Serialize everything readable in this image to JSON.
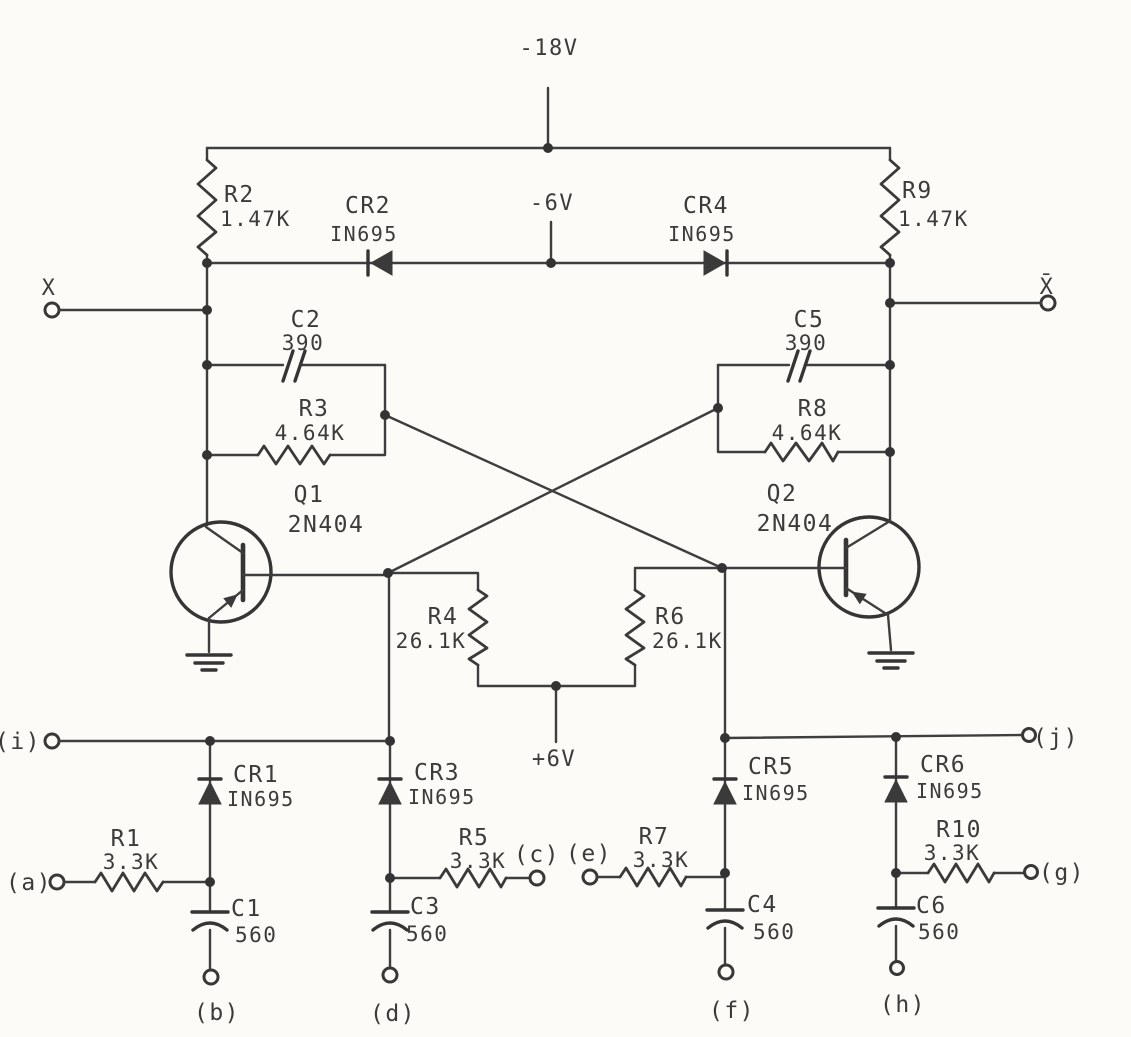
{
  "colors": {
    "ink": "#3b3b3b",
    "paper": "#fcfbf8"
  },
  "power": {
    "v_neg18": "-18V",
    "v_neg6": "-6V",
    "v_pos6": "+6V"
  },
  "outputs": {
    "x": "X",
    "x_bar": "X̄"
  },
  "transistors": {
    "q1": {
      "ref": "Q1",
      "part": "2N404"
    },
    "q2": {
      "ref": "Q2",
      "part": "2N404"
    }
  },
  "resistors": {
    "r1": {
      "ref": "R1",
      "value": "3.3K"
    },
    "r2": {
      "ref": "R2",
      "value": "1.47K"
    },
    "r3": {
      "ref": "R3",
      "value": "4.64K"
    },
    "r4": {
      "ref": "R4",
      "value": "26.1K"
    },
    "r5": {
      "ref": "R5",
      "value": "3.3K"
    },
    "r6": {
      "ref": "R6",
      "value": "26.1K"
    },
    "r7": {
      "ref": "R7",
      "value": "3.3K"
    },
    "r8": {
      "ref": "R8",
      "value": "4.64K"
    },
    "r9": {
      "ref": "R9",
      "value": "1.47K"
    },
    "r10": {
      "ref": "R10",
      "value": "3.3K"
    }
  },
  "capacitors": {
    "c1": {
      "ref": "C1",
      "value": "560"
    },
    "c2": {
      "ref": "C2",
      "value": "390"
    },
    "c3": {
      "ref": "C3",
      "value": "560"
    },
    "c4": {
      "ref": "C4",
      "value": "560"
    },
    "c5": {
      "ref": "C5",
      "value": "390"
    },
    "c6": {
      "ref": "C6",
      "value": "560"
    }
  },
  "diodes": {
    "cr1": {
      "ref": "CR1",
      "part": "IN695"
    },
    "cr2": {
      "ref": "CR2",
      "part": "IN695"
    },
    "cr3": {
      "ref": "CR3",
      "part": "IN695"
    },
    "cr4": {
      "ref": "CR4",
      "part": "IN695"
    },
    "cr5": {
      "ref": "CR5",
      "part": "IN695"
    },
    "cr6": {
      "ref": "CR6",
      "part": "IN695"
    }
  },
  "terminals": {
    "a": "(a)",
    "b": "(b)",
    "c": "(c)",
    "d": "(d)",
    "e": "(e)",
    "f": "(f)",
    "g": "(g)",
    "h": "(h)",
    "i": "(i)",
    "j": "(j)"
  }
}
